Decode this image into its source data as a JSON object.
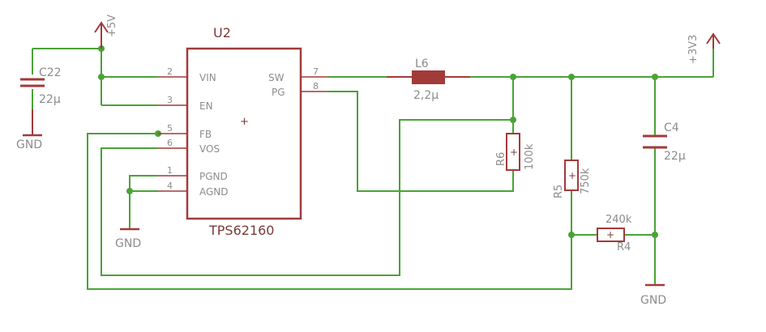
{
  "colors": {
    "wire": "#4aa336",
    "symbol": "#a23a3a",
    "text_gray": "#8c8c8c",
    "text_part": "#7a3a3a"
  },
  "ic": {
    "ref": "U2",
    "value": "TPS62160",
    "pins": [
      {
        "num": "2",
        "name": "VIN"
      },
      {
        "num": "3",
        "name": "EN"
      },
      {
        "num": "5",
        "name": "FB"
      },
      {
        "num": "6",
        "name": "VOS"
      },
      {
        "num": "1",
        "name": "PGND"
      },
      {
        "num": "4",
        "name": "AGND"
      },
      {
        "num": "7",
        "name": "SW"
      },
      {
        "num": "8",
        "name": "PG"
      }
    ]
  },
  "components": {
    "c22": {
      "ref": "C22",
      "value": "22µ"
    },
    "c4": {
      "ref": "C4",
      "value": "22µ"
    },
    "l6": {
      "ref": "L6",
      "value": "2,2µ"
    },
    "r6": {
      "ref": "R6",
      "value": "100k"
    },
    "r5": {
      "ref": "R5",
      "value": "750k"
    },
    "r4": {
      "ref": "R4",
      "value": "240k"
    }
  },
  "supplies": {
    "vin": "+5V",
    "vout": "+3V3",
    "gnd_left": "GND",
    "gnd_ic": "GND",
    "gnd_right": "GND"
  }
}
